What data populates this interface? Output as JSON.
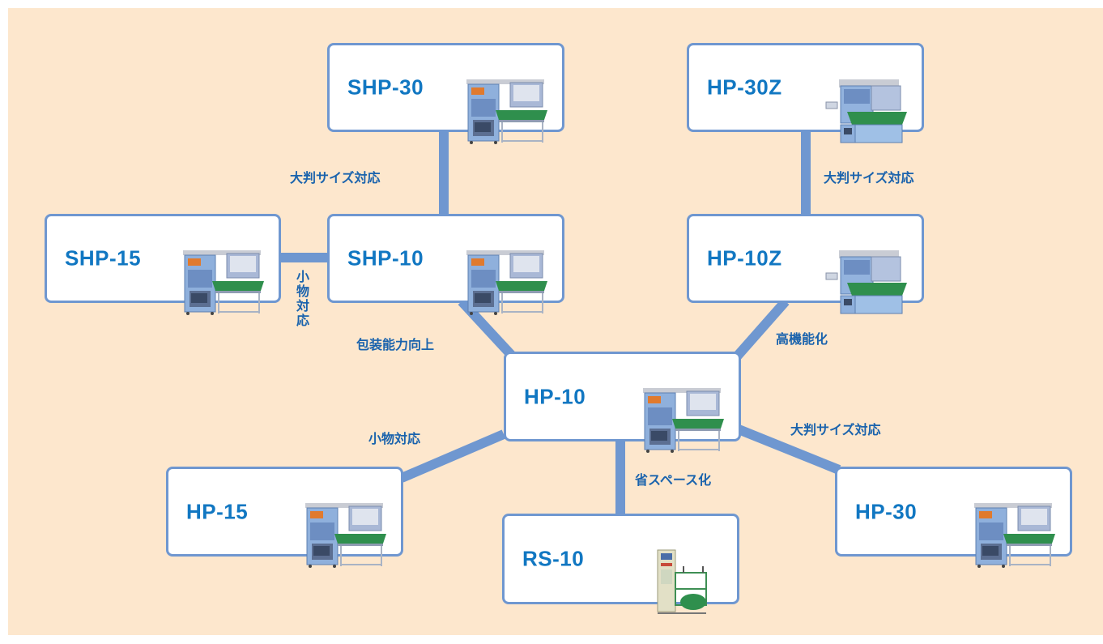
{
  "nodes": {
    "shp30": "SHP-30",
    "hp30z": "HP-30Z",
    "shp15": "SHP-15",
    "shp10": "SHP-10",
    "hp10z": "HP-10Z",
    "hp10": "HP-10",
    "hp15": "HP-15",
    "rs10": "RS-10",
    "hp30": "HP-30"
  },
  "edges": {
    "shp10_shp30": "大判サイズ対応",
    "hp10z_hp30z": "大判サイズ対応",
    "shp10_shp15": "小物対応",
    "hp10_shp10": "包装能力向上",
    "hp10_hp10z": "高機能化",
    "hp10_hp15": "小物対応",
    "hp10_rs10": "省スペース化",
    "hp10_hp30": "大判サイズ対応"
  },
  "colors": {
    "background": "#fde7cd",
    "connector": "#6f97d0",
    "node_text": "#1177c2",
    "label_text": "#1a63ad"
  }
}
